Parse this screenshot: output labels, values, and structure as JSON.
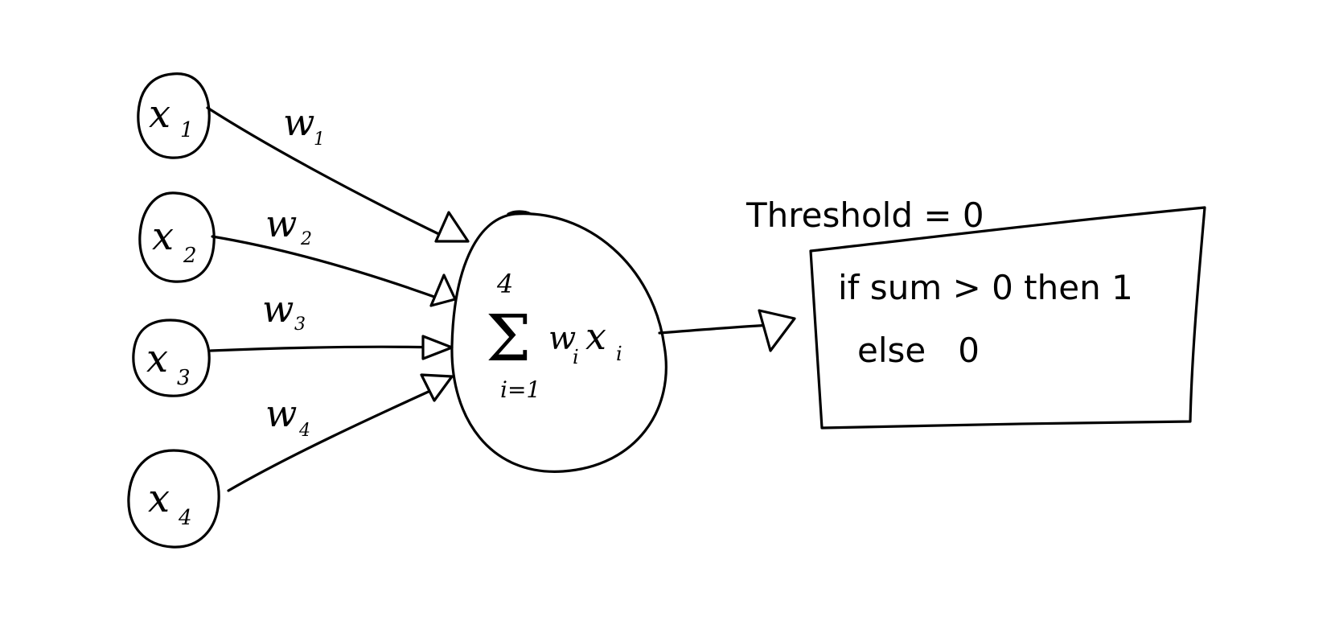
{
  "colors": {
    "ink": "#000000",
    "paper": "#ffffff"
  },
  "inputs": [
    {
      "var": "x",
      "sub": "1",
      "weight": "w",
      "weight_sub": "1"
    },
    {
      "var": "x",
      "sub": "2",
      "weight": "w",
      "weight_sub": "2"
    },
    {
      "var": "x",
      "sub": "3",
      "weight": "w",
      "weight_sub": "3"
    },
    {
      "var": "x",
      "sub": "4",
      "weight": "w",
      "weight_sub": "4"
    }
  ],
  "summation": {
    "upper": "4",
    "symbol": "Σ",
    "lower": "i=1",
    "term_w": "w",
    "term_w_sub": "i",
    "term_x": "x",
    "term_x_sub": "i"
  },
  "threshold": {
    "label": "Threshold = 0"
  },
  "activation": {
    "line1": "if sum > 0 then 1",
    "line2": "else   0"
  }
}
